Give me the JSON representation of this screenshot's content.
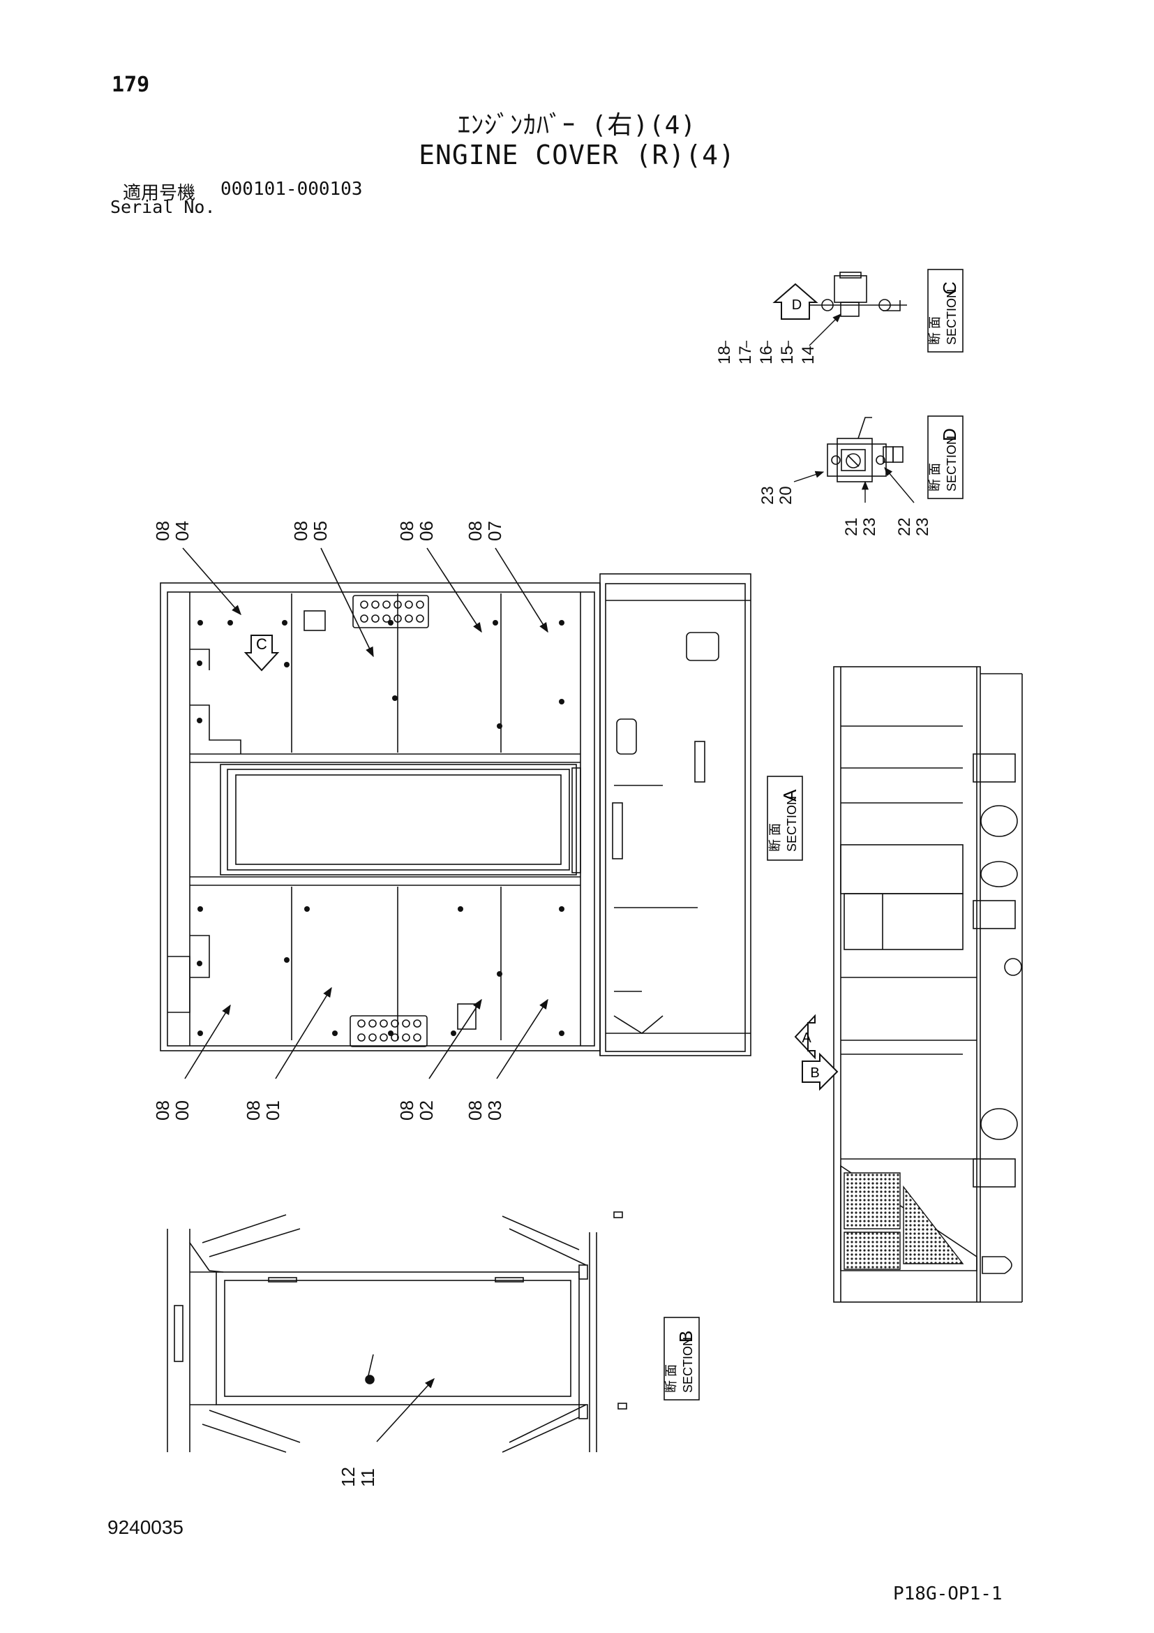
{
  "header": {
    "page_number": "179",
    "title_jp": "ｴﾝｼﾞﾝｶﾊﾞｰ (右)(4)",
    "title_en": "ENGINE COVER (R)(4)",
    "serial_label_jp": "適用号機",
    "serial_range": "000101-000103",
    "serial_label_en": "Serial No."
  },
  "footer": {
    "drawing_number": "9240035",
    "page_code": "P18G-OP1-1"
  },
  "sections": {
    "A": {
      "jp": "断 面",
      "en": "SECTION",
      "letter": "A"
    },
    "B": {
      "jp": "断 面",
      "en": "SECTION",
      "letter": "B"
    },
    "C": {
      "jp": "断 面",
      "en": "SECTION",
      "letter": "C"
    },
    "D": {
      "jp": "断 面",
      "en": "SECTION",
      "letter": "D"
    }
  },
  "view_arrows": [
    "A",
    "B",
    "C",
    "D"
  ],
  "callouts": {
    "top_row": [
      {
        "lines": [
          "08",
          "04"
        ]
      },
      {
        "lines": [
          "08",
          "05"
        ]
      },
      {
        "lines": [
          "08",
          "06"
        ]
      },
      {
        "lines": [
          "08",
          "07"
        ]
      }
    ],
    "bottom_row": [
      {
        "lines": [
          "08",
          "00"
        ]
      },
      {
        "lines": [
          "08",
          "01"
        ]
      },
      {
        "lines": [
          "08",
          "02"
        ]
      },
      {
        "lines": [
          "08",
          "03"
        ]
      }
    ],
    "section_c": [
      "18",
      "17",
      "16",
      "15",
      "14"
    ],
    "section_d_left": [
      [
        "23",
        "20"
      ]
    ],
    "section_d_bottom": [
      [
        "21",
        "23"
      ],
      [
        "22",
        "23"
      ]
    ],
    "section_b": [
      [
        "12",
        "11"
      ]
    ]
  }
}
